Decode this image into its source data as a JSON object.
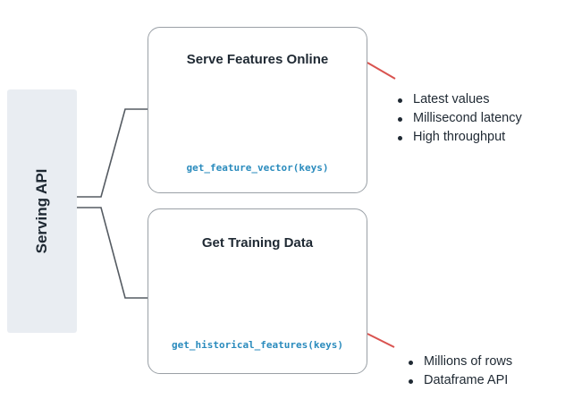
{
  "serving_api": {
    "label": "Serving API"
  },
  "online_card": {
    "title": "Serve Features Online",
    "code": "get_feature_vector(keys)",
    "bullets": [
      "Latest values",
      "Millisecond latency",
      "High throughput"
    ]
  },
  "training_card": {
    "title": "Get Training Data",
    "code": "get_historical_features(keys)",
    "bullets": [
      "Millions of rows",
      "Dataframe API"
    ]
  },
  "colors": {
    "accent": "#2a8bbd",
    "callout": "#d9534f",
    "border": "#9aa0a6",
    "panel": "#e9edf2",
    "text": "#1f2933"
  }
}
